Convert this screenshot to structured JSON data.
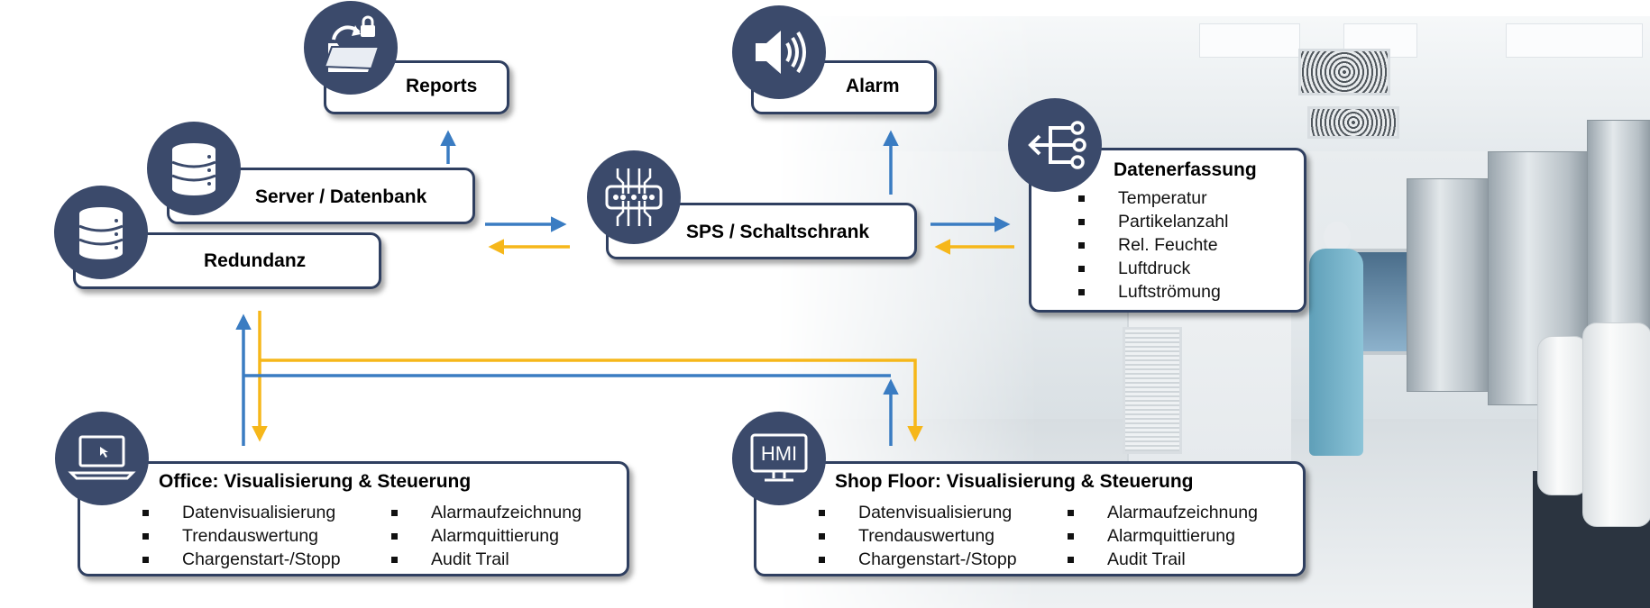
{
  "nodes": {
    "reports": {
      "label": "Reports",
      "icon": "folder-lock-icon"
    },
    "alarm": {
      "label": "Alarm",
      "icon": "speaker-icon"
    },
    "server": {
      "label": "Server / Datenbank",
      "icon": "database-icon"
    },
    "redundanz": {
      "label": "Redundanz",
      "icon": "database-icon"
    },
    "sps": {
      "label": "SPS / Schaltschrank",
      "icon": "circuit-board-icon"
    },
    "datenerfassung": {
      "label": "Datenerfassung",
      "icon": "sensor-branch-icon",
      "items": [
        "Temperatur",
        "Partikelanzahl",
        "Rel. Feuchte",
        "Luftdruck",
        "Luftströmung"
      ]
    },
    "office": {
      "label": "Office: Visualisierung & Steuerung",
      "icon": "laptop-icon",
      "col1": [
        "Datenvisualisierung",
        "Trendauswertung",
        "Chargenstart-/Stopp"
      ],
      "col2": [
        "Alarmaufzeichnung",
        "Alarmquittierung",
        "Audit Trail"
      ]
    },
    "shopfloor": {
      "label": "Shop Floor: Visualisierung & Steuerung",
      "icon": "hmi-monitor-icon",
      "icon_text": "HMI",
      "col1": [
        "Datenvisualisierung",
        "Trendauswertung",
        "Chargenstart-/Stopp"
      ],
      "col2": [
        "Alarmaufzeichnung",
        "Alarmquittierung",
        "Audit Trail"
      ]
    }
  },
  "colors": {
    "box_border": "#2f3f60",
    "icon_circle": "#3b4a6b",
    "arrow_blue": "#3a7cc2",
    "arrow_yellow": "#f6b71a"
  }
}
